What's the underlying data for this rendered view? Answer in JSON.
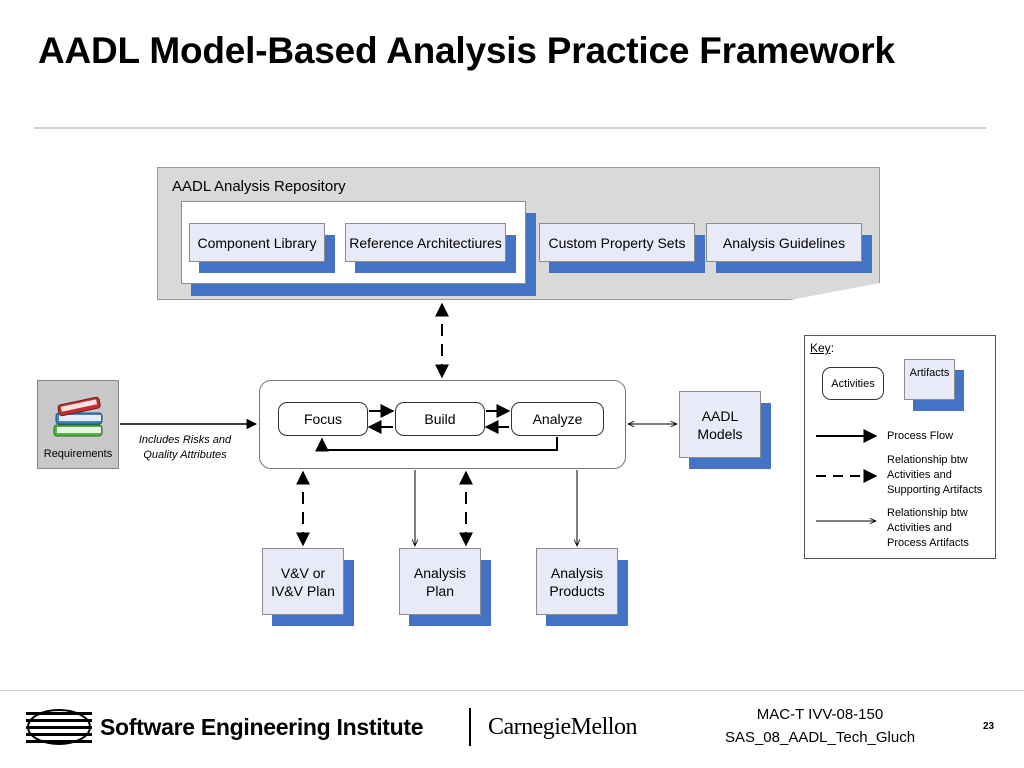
{
  "title": "AADL Model-Based Analysis Practice Framework",
  "repository": {
    "label": "AADL Analysis Repository",
    "items": [
      "Component Library",
      "Reference Architectiures",
      "Custom Property Sets",
      "Analysis Guidelines"
    ]
  },
  "requirements": {
    "label": "Requirements",
    "note_line1": "Includes Risks and",
    "note_line2": "Quality Attributes",
    "icon": "books-icon"
  },
  "activities": [
    "Focus",
    "Build",
    "Analyze"
  ],
  "aadl_models": {
    "line1": "AADL",
    "line2": "Models"
  },
  "artifacts": [
    {
      "line1": "V&V or",
      "line2": "IV&V Plan"
    },
    {
      "line1": "Analysis",
      "line2": "Plan"
    },
    {
      "line1": "Analysis",
      "line2": "Products"
    }
  ],
  "key": {
    "title": "Key",
    "activities_label": "Activities",
    "artifacts_label": "Artifacts",
    "process_flow": "Process Flow",
    "supporting_line1": "Relationship btw",
    "supporting_line2": "Activities and",
    "supporting_line3": "Supporting Artifacts",
    "process_line1": "Relationship btw",
    "process_line2": "Activities and",
    "process_line3": "Process Artifacts"
  },
  "footer": {
    "sei": "Software Engineering Institute",
    "cmu": "CarnegieMellon",
    "ref_line1": "MAC-T IVV-08-150",
    "ref_line2": "SAS_08_AADL_Tech_Gluch",
    "page": "23"
  },
  "colors": {
    "accent_shadow": "#4472c4",
    "box_fill": "#e8ebf7",
    "repo_fill": "#d9d9d9"
  }
}
